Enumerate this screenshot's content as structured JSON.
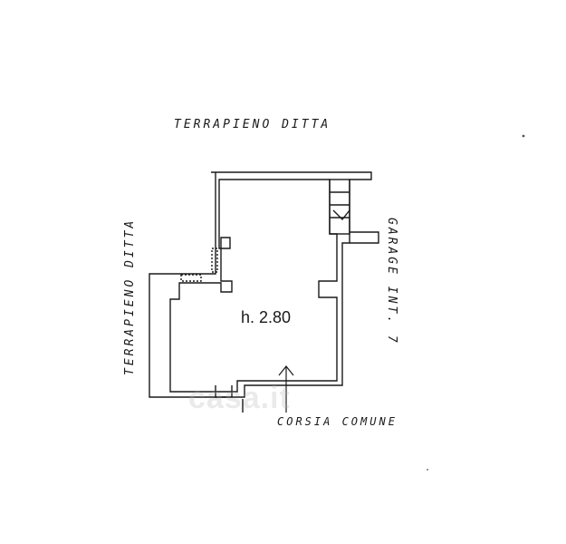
{
  "labels": {
    "top": "TERRAPIENO DITTA",
    "left": "TERRAPIENO DITTA",
    "right": "GARAGE INT. 7",
    "bottom": "CORSIA COMUNE",
    "height": "h. 2.80"
  },
  "watermark": "casa.it",
  "colors": {
    "ink": "#1a1a1a",
    "paper": "#ffffff"
  }
}
